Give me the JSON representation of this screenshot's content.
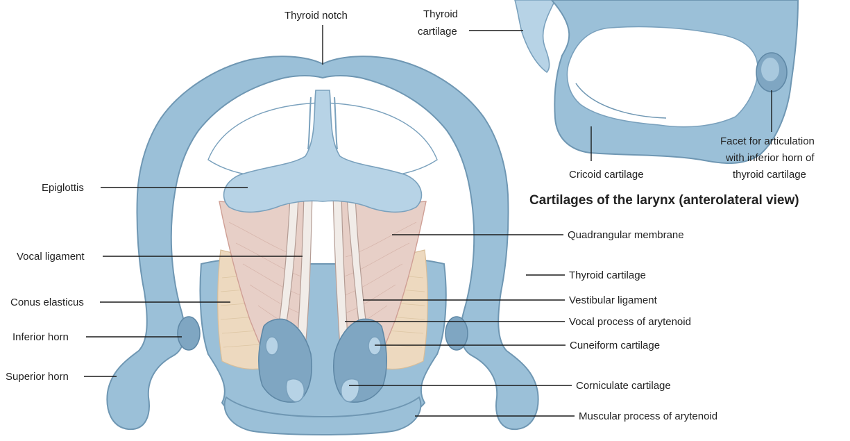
{
  "labels": {
    "thyroid_notch": "Thyroid notch",
    "thyroid_cartilage_top_line1": "Thyroid",
    "thyroid_cartilage_top_line2": "cartilage",
    "cricoid_cartilage": "Cricoid cartilage",
    "facet_line1": "Facet for articulation",
    "facet_line2": "with inferior horn of",
    "facet_line3": "thyroid cartilage",
    "epiglottis": "Epiglottis",
    "vocal_ligament": "Vocal ligament",
    "conus_elasticus": "Conus elasticus",
    "inferior_horn": "Inferior horn",
    "superior_horn": "Superior horn",
    "quadrangular_membrane": "Quadrangular membrane",
    "thyroid_cartilage": "Thyroid cartilage",
    "vestibular_ligament": "Vestibular ligament",
    "vocal_process": "Vocal process of arytenoid",
    "cuneiform_cartilage": "Cuneiform cartilage",
    "corniculate_cartilage": "Corniculate cartilage",
    "muscular_process": "Muscular process of arytenoid"
  },
  "caption": "Cartilages of the larynx (anterolateral view)",
  "colors": {
    "cartilage": "#9bc0d8",
    "membrane": "#e7cfc7",
    "conus": "#edd9bf",
    "leader": "#1a1a1a"
  }
}
